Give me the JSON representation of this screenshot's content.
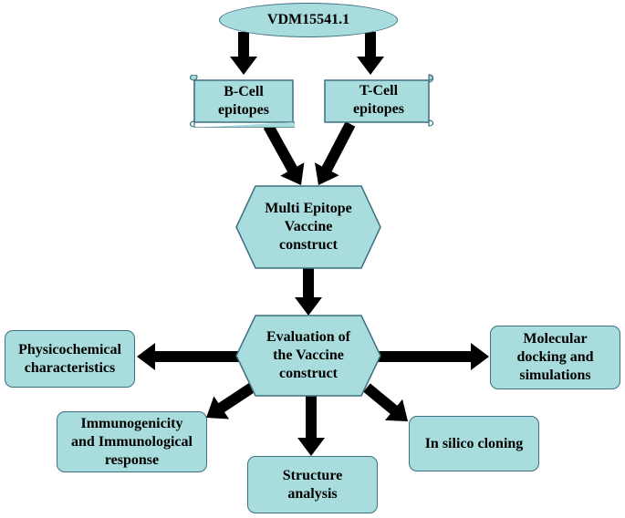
{
  "diagram": {
    "nodes": {
      "source": {
        "lines": [
          "VDM15541.1"
        ]
      },
      "b_cell": {
        "lines": [
          "B-Cell",
          "epitopes"
        ]
      },
      "t_cell": {
        "lines": [
          "T-Cell",
          "epitopes"
        ]
      },
      "construct": {
        "lines": [
          "Multi Epitope",
          "Vaccine",
          "construct"
        ]
      },
      "evaluation": {
        "lines": [
          "Evaluation of",
          "the Vaccine",
          "construct"
        ]
      },
      "physicochemical": {
        "lines": [
          "Physicochemical",
          "characteristics"
        ]
      },
      "immunogenicity": {
        "lines": [
          "Immunogenicity",
          "and Immunological",
          "response"
        ]
      },
      "structure": {
        "lines": [
          "Structure",
          "analysis"
        ]
      },
      "cloning": {
        "lines": [
          "In silico cloning"
        ]
      },
      "docking": {
        "lines": [
          "Molecular",
          "docking and",
          "simulations"
        ]
      }
    },
    "edges": [
      [
        "source",
        "b_cell"
      ],
      [
        "source",
        "t_cell"
      ],
      [
        "b_cell",
        "construct"
      ],
      [
        "t_cell",
        "construct"
      ],
      [
        "construct",
        "evaluation"
      ],
      [
        "evaluation",
        "physicochemical"
      ],
      [
        "evaluation",
        "immunogenicity"
      ],
      [
        "evaluation",
        "structure"
      ],
      [
        "evaluation",
        "cloning"
      ],
      [
        "evaluation",
        "docking"
      ]
    ],
    "colors": {
      "fill": "#a9dcdc",
      "stroke": "#3d6f82",
      "arrow": "#000000"
    }
  }
}
